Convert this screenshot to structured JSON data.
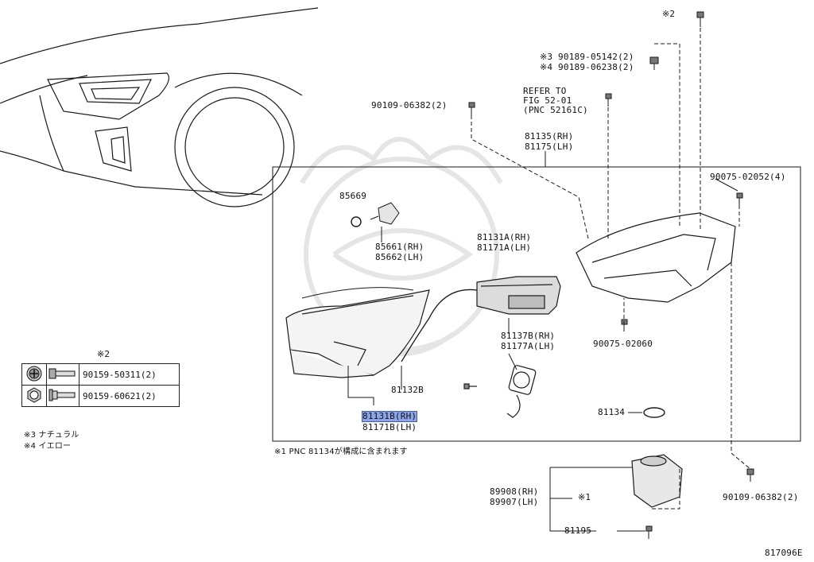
{
  "callouts": {
    "note2_top": "※2",
    "p90189_05142": "※3 90189-05142(2)",
    "p90189_06238": "※4 90189-06238(2)",
    "refer_line1": "REFER TO",
    "refer_line2": "FIG 52-01",
    "refer_line3": "(PNC 52161C)",
    "p90109_06382_top": "90109-06382(2)",
    "p81135": "81135(RH)",
    "p81175": "81175(LH)",
    "p90075_02052": "90075-02052(4)",
    "p85669": "85669",
    "p85661": "85661(RH)",
    "p85662": "85662(LH)",
    "p81131A": "81131A(RH)",
    "p81171A": "81171A(LH)",
    "p90075_02060": "90075-02060",
    "p81137B": "81137B(RH)",
    "p81177A": "81177A(LH)",
    "p81132B": "81132B",
    "p81131B": "81131B(RH)",
    "p81171B": "81171B(LH)",
    "p81134": "81134",
    "p89908": "89908(RH)",
    "p89907": "89907(LH)",
    "note1_small": "※1",
    "p81195": "81195",
    "p90109_06382_bottom": "90109-06382(2)",
    "fig_code": "817096E"
  },
  "legend": {
    "header": "※2",
    "rows": [
      {
        "part": "90159-50311(2)",
        "head": "phillips-head-icon"
      },
      {
        "part": "90159-60621(2)",
        "head": "hex-head-icon"
      }
    ],
    "note3": "※3 ナチュラル",
    "note4": "※4 イエロー"
  },
  "footnote": "※1 PNC 81134が構成に含まれます",
  "highlighted_part": "81131B(RH)",
  "colors": {
    "line": "#1a1a1a",
    "highlight": "#8ea4e8",
    "watermark": "#e6e6e6"
  }
}
